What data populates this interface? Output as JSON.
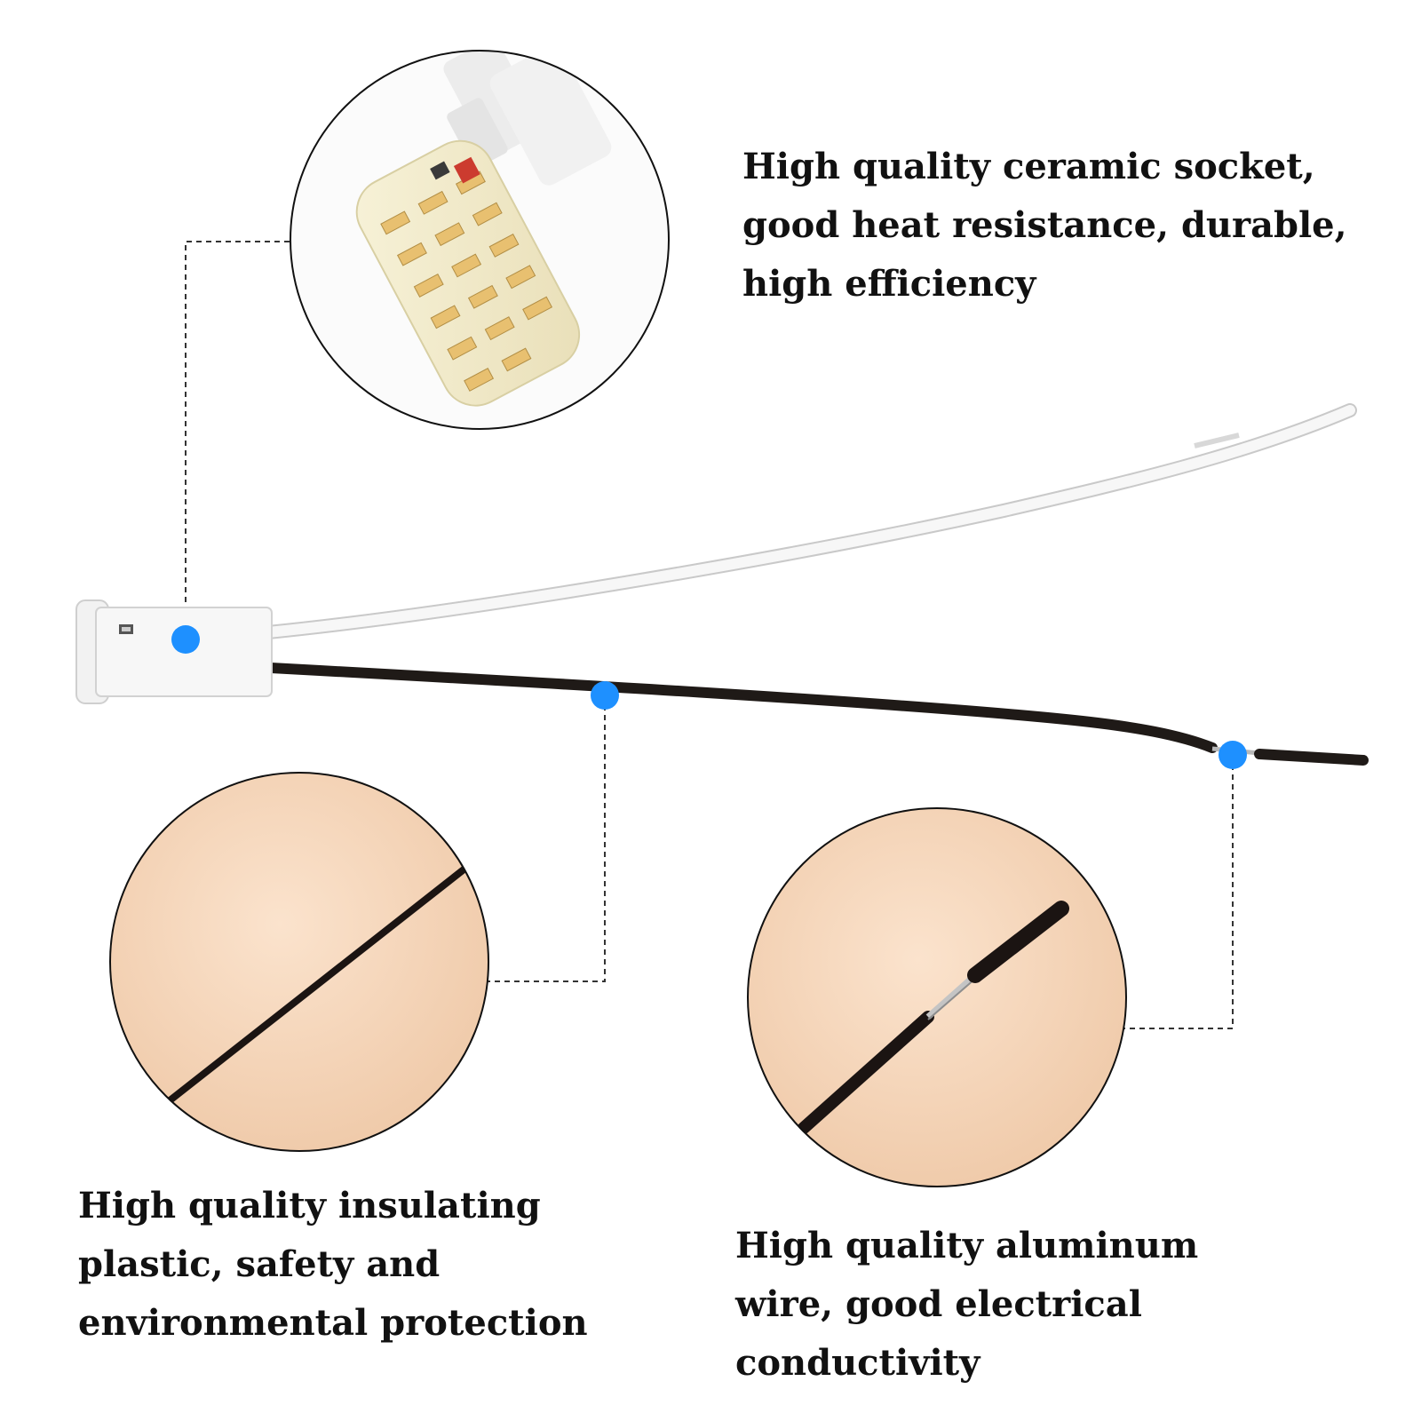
{
  "captions": {
    "socket": {
      "line1": "High quality ceramic socket,",
      "line2": "good heat resistance, durable,",
      "line3": "high efficiency"
    },
    "plastic": {
      "line1": "High quality insulating",
      "line2": "plastic, safety and",
      "line3": "environmental protection"
    },
    "aluminum": {
      "line1": "High quality aluminum",
      "line2": "wire, good electrical",
      "line3": "conductivity"
    }
  },
  "colors": {
    "callout_dot": "#1e90ff",
    "zoom_background": "#f6d9c0",
    "wire_black": "#1f1a17",
    "wire_white": "#f4f4f4",
    "leader_line": "#333333"
  }
}
